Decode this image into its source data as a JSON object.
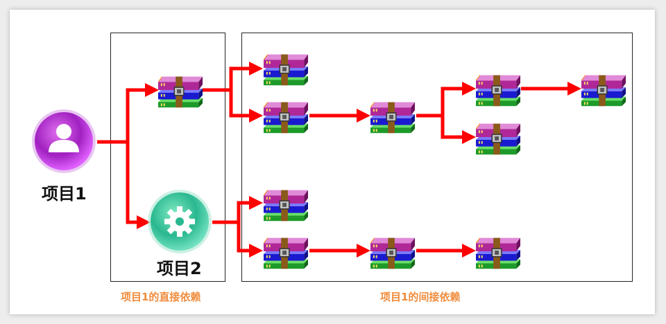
{
  "nodes": {
    "project1": {
      "label": "项目1",
      "icon": "user-icon"
    },
    "project2": {
      "label": "项目2",
      "icon": "gear-icon"
    }
  },
  "captions": {
    "direct": "项目1的直接依赖",
    "indirect": "项目1的间接依赖"
  },
  "package_icon": "archive-books-icon",
  "colors": {
    "arrow": "#ff0000",
    "caption": "#f08c3c",
    "project1_circle": "#c030d8",
    "project2_circle": "#3cc8a0"
  }
}
